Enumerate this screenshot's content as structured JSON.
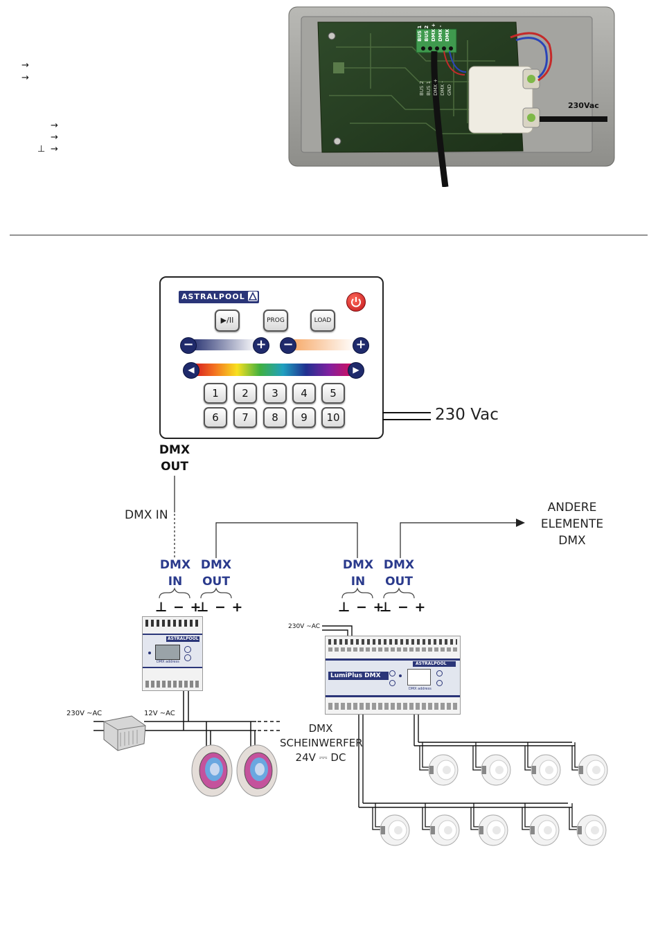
{
  "top_left": {
    "arrows": [
      "→",
      "→",
      "→",
      "→",
      "→"
    ],
    "ground_symbol": "⊥"
  },
  "photo": {
    "pin_labels_top": [
      "BUS 1",
      "BUS 2",
      "DMX +",
      "DMX -",
      "DMX"
    ],
    "pin_labels_board": [
      "BUS 2",
      "BUS 1",
      "DMX +",
      "DMX -",
      "GND"
    ],
    "voltage": "230Vac"
  },
  "controller": {
    "brand": "ASTRALPOOL",
    "buttons_top": [
      "▶/II",
      "PROG",
      "LOAD"
    ],
    "number_buttons_row1": [
      "1",
      "2",
      "3",
      "4",
      "5"
    ],
    "number_buttons_row2": [
      "6",
      "7",
      "8",
      "9",
      "10"
    ],
    "supply_label": "230 Vac",
    "output_label_line1": "DMX",
    "output_label_line2": "OUT"
  },
  "diagram": {
    "dmx_in_label": "DMX IN",
    "andere_line1": "ANDERE",
    "andere_line2": "ELEMENTE",
    "andere_line3": "DMX",
    "module1_in_1": "DMX",
    "module1_in_2": "IN",
    "module1_out_1": "DMX",
    "module1_out_2": "OUT",
    "module2_in_1": "DMX",
    "module2_in_2": "IN",
    "module2_out_1": "DMX",
    "module2_out_2": "OUT",
    "terminals": "⊥ − +",
    "small_module_brand": "ASTRALPOOL",
    "small_module_caption": "DMX address",
    "transformer_in": "230V ~AC",
    "transformer_out": "12V ~AC",
    "lumiplus_supply": "230V ~AC",
    "lumiplus_brand": "ASTRALPOOL",
    "lumiplus_name": "LumiPlus DMX",
    "lumiplus_caption": "DMX address",
    "spots_line1": "DMX",
    "spots_line2": "SCHEINWERFER",
    "spots_line3": "24V ⎓ DC"
  }
}
